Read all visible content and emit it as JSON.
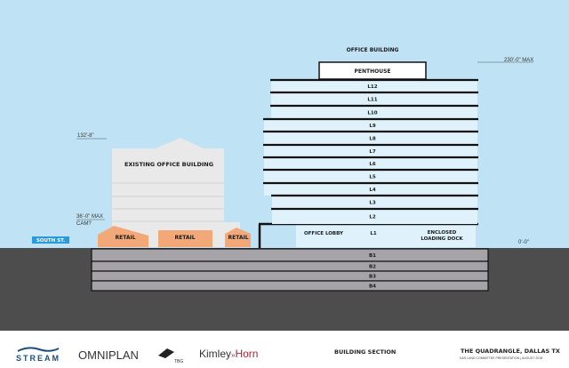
{
  "colors": {
    "sky": "#bfe3f5",
    "ground": "#4d4d4d",
    "floor": "#dff2fb",
    "slab": "#111111",
    "existing": "#e9e9e9",
    "retail": "#f3a878",
    "basement": "#a6a3a8",
    "street": "#2a9bd8"
  },
  "diagram": {
    "office_building_label": "OFFICE BUILDING",
    "penthouse": "PENTHOUSE",
    "floors": [
      "L12",
      "L11",
      "L10",
      "L9",
      "L8",
      "L7",
      "L6",
      "L5",
      "L4",
      "L3",
      "L2"
    ],
    "l1": "L1",
    "office_lobby": "OFFICE LOBBY",
    "loading_dock_1": "ENCLOSED",
    "loading_dock_2": "LOADING DOCK",
    "basements": [
      "B1",
      "B2",
      "B3",
      "B4"
    ],
    "existing_building": "EXISTING OFFICE BUILDING",
    "retail": [
      "RETAIL",
      "RETAIL",
      "RETAIL"
    ],
    "height_max": "230'-0\" MAX",
    "existing_height": "132'-8\"",
    "cam_max_1": "36'-0\" MAX",
    "cam_max_2": "CAM?",
    "grade": "0'-0\"",
    "street": "SOUTH ST."
  },
  "footer": {
    "logos": [
      "STREAM",
      "OMNIPLAN",
      "TBG",
      "Kimley",
      "Horn"
    ],
    "sheet_title": "BUILDING SECTION",
    "project": "THE QUADRANGLE, DALLAS TX",
    "subtitle": "DAS LAND COMMITTEE PRESENTATION | AUGUST 2018"
  }
}
